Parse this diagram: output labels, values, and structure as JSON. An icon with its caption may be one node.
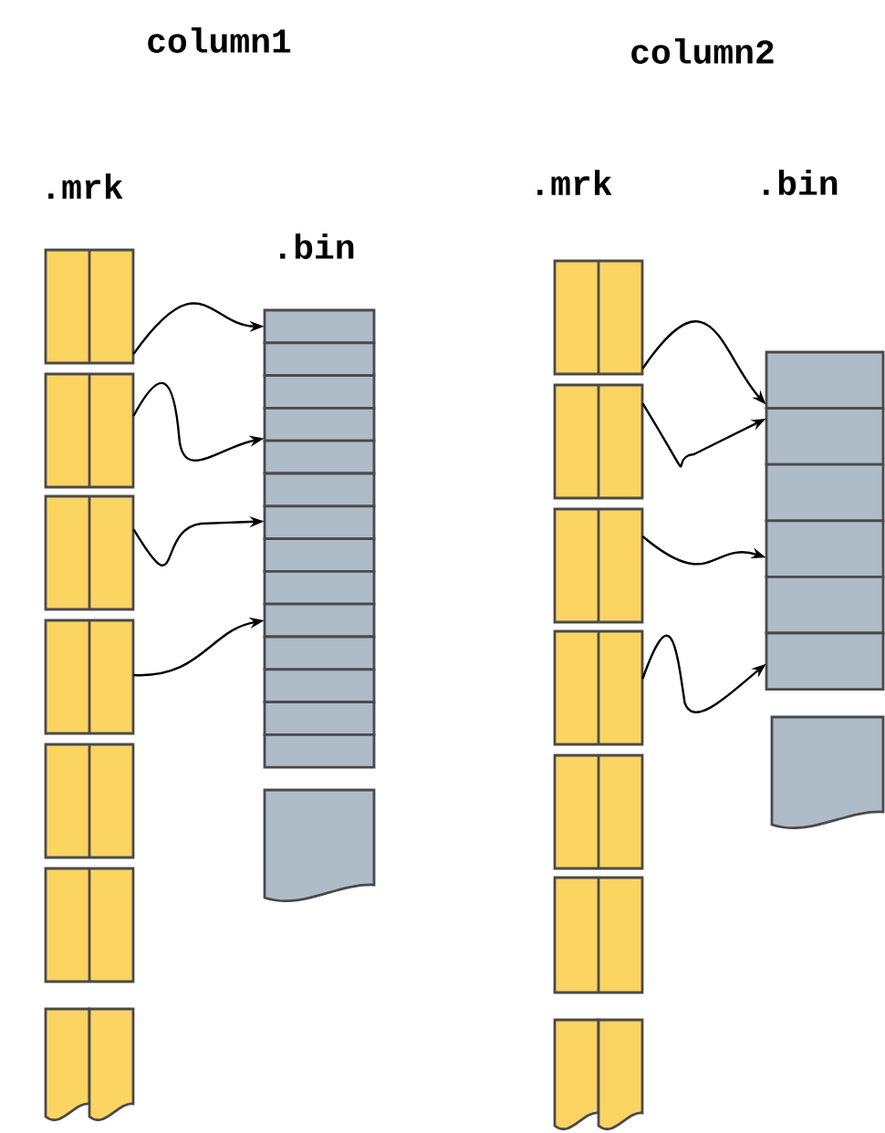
{
  "diagram": {
    "nodes": [
      {
        "text": [],
        "shape": "box"
      },
      {
        "text": [],
        "shape": "box"
      },
      {
        "text": [],
        "shape": "box"
      },
      {
        "text": [],
        "shape": "box"
      },
      {
        "text": [],
        "shape": "box"
      },
      {
        "text": [],
        "shape": "box"
      },
      {
        "text": [],
        "shape": "document"
      },
      {
        "text": [],
        "shape": "bar"
      },
      {
        "text": [],
        "shape": "bar"
      },
      {
        "text": [],
        "shape": "bar"
      },
      {
        "text": [],
        "shape": "bar"
      },
      {
        "text": [],
        "shape": "bar"
      },
      {
        "text": [],
        "shape": "bar"
      },
      {
        "text": [],
        "shape": "bar"
      },
      {
        "text": [],
        "shape": "bar"
      },
      {
        "text": [],
        "shape": "bar"
      },
      {
        "text": [],
        "shape": "bar"
      },
      {
        "text": [],
        "shape": "bar"
      },
      {
        "text": [],
        "shape": "bar"
      },
      {
        "text": [],
        "shape": "bar"
      },
      {
        "text": [],
        "shape": "bar"
      },
      {
        "text": [],
        "shape": "document"
      },
      {
        "text": [],
        "shape": "box"
      },
      {
        "text": [],
        "shape": "box"
      },
      {
        "text": [],
        "shape": "box"
      },
      {
        "text": [],
        "shape": "box"
      },
      {
        "text": [],
        "shape": "box"
      },
      {
        "text": [],
        "shape": "box"
      },
      {
        "text": [],
        "shape": "document"
      },
      {
        "text": [],
        "shape": "bar"
      },
      {
        "text": [],
        "shape": "bar"
      },
      {
        "text": [],
        "shape": "bar"
      },
      {
        "text": [],
        "shape": "bar"
      },
      {
        "text": [],
        "shape": "bar"
      },
      {
        "text": [],
        "shape": "bar"
      },
      {
        "text": [],
        "shape": "document"
      }
    ],
    "edges": [
      {
        "from": 0,
        "to": 7,
        "arrow": "to"
      },
      {
        "from": 1,
        "to": 10,
        "arrow": "to"
      },
      {
        "from": 2,
        "to": 13,
        "arrow": "to"
      },
      {
        "from": 3,
        "to": 16,
        "arrow": "to"
      },
      {
        "from": 22,
        "to": 29,
        "arrow": "to"
      },
      {
        "from": 23,
        "to": 30,
        "arrow": "to"
      },
      {
        "from": 24,
        "to": 32,
        "arrow": "to"
      },
      {
        "from": 25,
        "to": 34,
        "arrow": "to"
      }
    ],
    "labels": [
      "column1",
      "column2",
      ".mrk",
      ".mrk",
      ".bin",
      ".bin"
    ]
  }
}
